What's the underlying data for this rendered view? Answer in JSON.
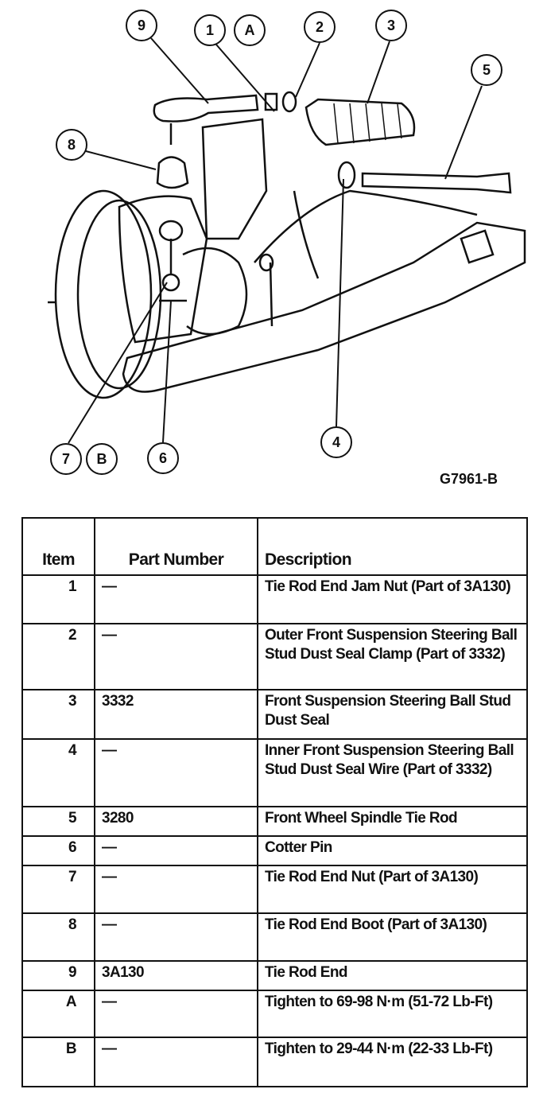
{
  "figure": {
    "id": "G7961-B",
    "callouts": [
      "9",
      "1",
      "A",
      "2",
      "3",
      "5",
      "8",
      "4",
      "7",
      "B",
      "6"
    ]
  },
  "table": {
    "headers": {
      "item": "Item",
      "part_number": "Part Number",
      "description": "Description"
    },
    "rows": [
      {
        "item": "1",
        "part": "—",
        "desc": "Tie Rod End Jam Nut (Part of 3A130)"
      },
      {
        "item": "2",
        "part": "—",
        "desc": "Outer Front Suspension Steering Ball Stud Dust Seal Clamp (Part of 3332)"
      },
      {
        "item": "3",
        "part": "3332",
        "desc": "Front Suspension Steering Ball Stud Dust Seal"
      },
      {
        "item": "4",
        "part": "—",
        "desc": "Inner Front Suspension Steering Ball Stud Dust Seal Wire (Part of 3332)"
      },
      {
        "item": "5",
        "part": "3280",
        "desc": "Front Wheel Spindle Tie Rod"
      },
      {
        "item": "6",
        "part": "—",
        "desc": "Cotter Pin"
      },
      {
        "item": "7",
        "part": "—",
        "desc": "Tie Rod End Nut (Part of 3A130)"
      },
      {
        "item": "8",
        "part": "—",
        "desc": "Tie Rod End Boot (Part of 3A130)"
      },
      {
        "item": "9",
        "part": "3A130",
        "desc": "Tie Rod End"
      },
      {
        "item": "A",
        "part": "—",
        "desc": "Tighten to 69-98 N·m (51-72 Lb-Ft)"
      },
      {
        "item": "B",
        "part": "—",
        "desc": "Tighten to 29-44 N·m (22-33 Lb-Ft)"
      }
    ]
  }
}
